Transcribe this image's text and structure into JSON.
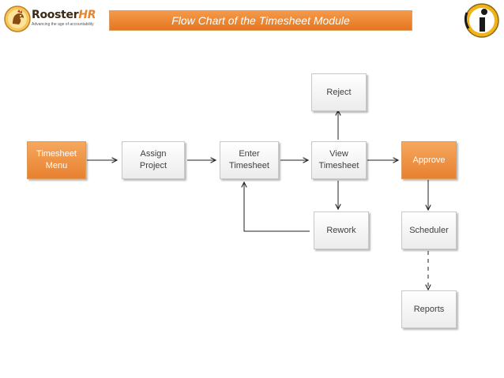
{
  "brand": {
    "name_main": "Rooster",
    "name_accent": "HR",
    "tagline": "Advancing the age of accountability"
  },
  "title": "Flow Chart of the Timesheet Module",
  "colors": {
    "accent": "#e8802f",
    "title_bg": "#ec8632",
    "node_border": "#c8c8c8",
    "text": "#404040"
  },
  "nodes": {
    "timesheet_menu": "Timesheet\nMenu",
    "assign_project": "Assign\nProject",
    "enter_timesheet": "Enter\nTimesheet",
    "view_timesheet": "View\nTimesheet",
    "reject": "Reject",
    "rework": "Rework",
    "approve": "Approve",
    "scheduler": "Scheduler",
    "reports": "Reports"
  },
  "edges": [
    {
      "from": "Timesheet Menu",
      "to": "Assign Project",
      "style": "solid"
    },
    {
      "from": "Assign Project",
      "to": "Enter Timesheet",
      "style": "solid"
    },
    {
      "from": "Enter Timesheet",
      "to": "View Timesheet",
      "style": "solid"
    },
    {
      "from": "View Timesheet",
      "to": "Reject",
      "style": "solid"
    },
    {
      "from": "View Timesheet",
      "to": "Rework",
      "style": "solid"
    },
    {
      "from": "View Timesheet",
      "to": "Approve",
      "style": "solid"
    },
    {
      "from": "Rework",
      "to": "Enter Timesheet",
      "style": "solid"
    },
    {
      "from": "Approve",
      "to": "Scheduler",
      "style": "solid"
    },
    {
      "from": "Scheduler",
      "to": "Reports",
      "style": "dashed"
    }
  ]
}
